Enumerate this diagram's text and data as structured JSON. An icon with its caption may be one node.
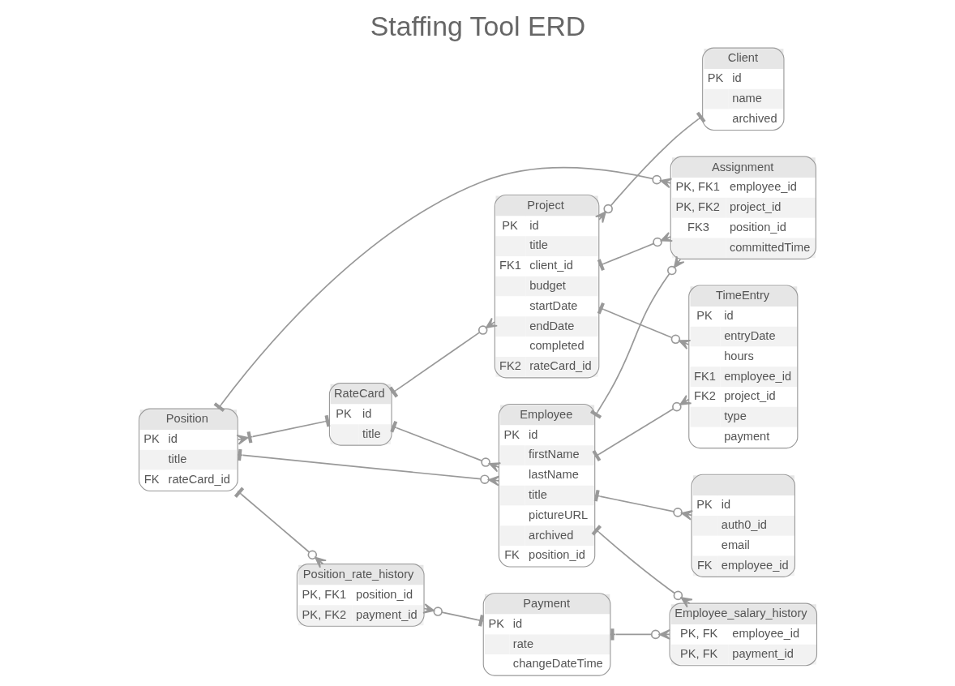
{
  "diagram": {
    "title": "Staffing Tool ERD",
    "nodes": [
      {
        "text": [
          "RateCard",
          "PK",
          "id",
          "title"
        ]
      },
      {
        "text": [
          "Project",
          "PK",
          "id",
          "title",
          "FK1",
          "client_id",
          "budget",
          "startDate",
          "endDate",
          "completed",
          "FK2",
          "rateCard_id"
        ]
      },
      {
        "text": [
          "Position",
          "PK",
          "id",
          "title",
          "FK",
          "rateCard_id"
        ]
      },
      {
        "text": [
          "Assignment",
          "PK, FK1",
          "employee_id",
          "PK, FK2",
          "project_id",
          "FK3",
          "position_id",
          "committedTime"
        ]
      },
      {
        "text": [
          "Position_rate_history",
          "PK, FK1",
          "position_id",
          "PK, FK2",
          "payment_id"
        ]
      },
      {
        "text": [
          "Employee",
          "PK",
          "id",
          "firstName",
          "lastName",
          "title",
          "pictureURL",
          "archived",
          "FK",
          "position_id"
        ]
      },
      {
        "text": [
          "Client",
          "PK",
          "id",
          "name",
          "archived"
        ]
      },
      {
        "text": [
          "Payment",
          "PK",
          "id",
          "rate",
          "changeDateTime"
        ]
      },
      {
        "text": [
          "TimeEntry",
          "PK",
          "id",
          "entryDate",
          "hours",
          "FK1",
          "employee_id",
          "FK2",
          "project_id",
          "type",
          "payment"
        ]
      },
      {
        "text": [
          "PK",
          "id",
          "auth0_id",
          "email",
          "FK",
          "employee_id"
        ]
      },
      {
        "text": [
          "Employee_salary_history",
          "PK, FK",
          "employee_id",
          "PK, FK",
          "payment_id"
        ]
      }
    ],
    "edges": [
      {
        "from": 2,
        "to": 0,
        "arrow": "other"
      },
      {
        "from": 0,
        "to": 1,
        "arrow": "other"
      },
      {
        "from": 2,
        "to": 3,
        "arrow": "other"
      },
      {
        "from": 2,
        "to": 5,
        "arrow": "other"
      },
      {
        "from": 0,
        "to": 5,
        "arrow": "other"
      },
      {
        "from": 2,
        "to": 4,
        "arrow": "other"
      },
      {
        "from": 4,
        "to": 7,
        "arrow": "other"
      },
      {
        "from": 7,
        "to": 10,
        "arrow": "other"
      },
      {
        "from": 5,
        "to": 10,
        "arrow": "other"
      },
      {
        "from": 1,
        "to": 3,
        "arrow": "other"
      },
      {
        "from": 5,
        "to": 3,
        "arrow": "other"
      },
      {
        "from": 1,
        "to": 6,
        "arrow": "other"
      },
      {
        "from": 5,
        "to": 8,
        "arrow": "other"
      },
      {
        "from": 1,
        "to": 8,
        "arrow": "other"
      },
      {
        "from": 5,
        "to": 9,
        "arrow": "other"
      }
    ]
  }
}
